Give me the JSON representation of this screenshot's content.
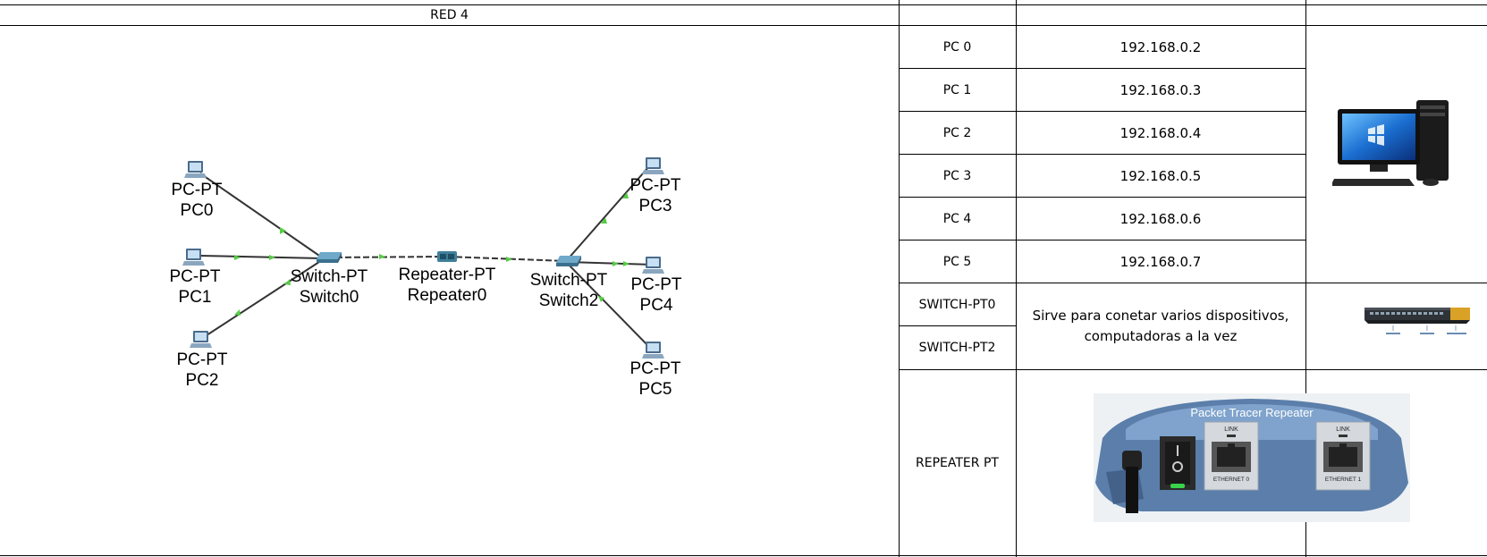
{
  "header": {
    "title": "RED 4"
  },
  "diagram": {
    "devices": [
      {
        "model": "PC-PT",
        "name": "PC0"
      },
      {
        "model": "PC-PT",
        "name": "PC1"
      },
      {
        "model": "PC-PT",
        "name": "PC2"
      },
      {
        "model": "Switch-PT",
        "name": "Switch0"
      },
      {
        "model": "Repeater-PT",
        "name": "Repeater0"
      },
      {
        "model": "Switch-PT",
        "name": "Switch2"
      },
      {
        "model": "PC-PT",
        "name": "PC3"
      },
      {
        "model": "PC-PT",
        "name": "PC4"
      },
      {
        "model": "PC-PT",
        "name": "PC5"
      }
    ]
  },
  "table": {
    "rows": [
      {
        "device": "PC 0",
        "value": "192.168.0.2"
      },
      {
        "device": "PC 1",
        "value": "192.168.0.3"
      },
      {
        "device": "PC 2",
        "value": "192.168.0.4"
      },
      {
        "device": "PC 3",
        "value": "192.168.0.5"
      },
      {
        "device": "PC 4",
        "value": "192.168.0.6"
      },
      {
        "device": "PC 5",
        "value": "192.168.0.7"
      }
    ],
    "switches": [
      "SWITCH-PT0",
      "SWITCH-PT2"
    ],
    "switch_description": [
      "Sirve para conetar varios dispositivos,",
      "computadoras a la vez"
    ],
    "repeater": "REPEATER PT",
    "repeater_image_caption": "Packet Tracer Repeater",
    "repeater_port_labels": [
      "LINK",
      "LINK"
    ],
    "repeater_port_names": [
      "ETHERNET 0",
      "ETHERNET 1"
    ]
  }
}
